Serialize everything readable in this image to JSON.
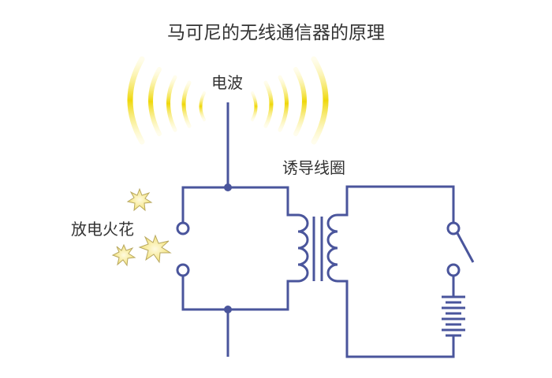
{
  "title": "马可尼的无线通信器的原理",
  "labels": {
    "radio_wave": "电波",
    "induction_coil": "诱导线圈",
    "discharge_spark": "放电火花"
  },
  "colors": {
    "wire": "#4a559c",
    "wave": "#f2df1c",
    "spark": "#f6ec9a"
  }
}
